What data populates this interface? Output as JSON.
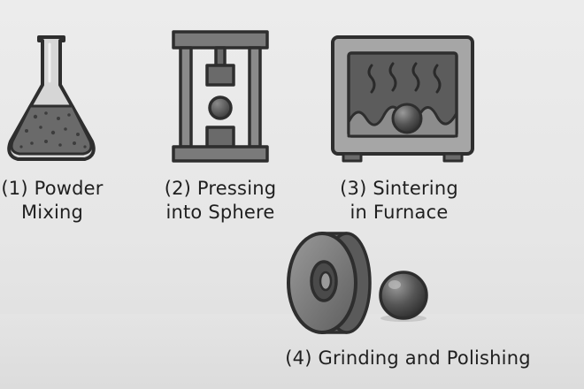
{
  "steps": [
    {
      "line1": "(1) Powder",
      "line2": "Mixing",
      "icon": "flask-icon"
    },
    {
      "line1": "(2) Pressing",
      "line2": "into Sphere",
      "icon": "press-icon"
    },
    {
      "line1": "(3) Sintering",
      "line2": "in Furnace",
      "icon": "furnace-icon"
    },
    {
      "line1": "(4) Grinding and Polishing",
      "line2": "",
      "icon": "grinding-wheel-icon"
    }
  ],
  "colors": {
    "background": "#e8e8e8",
    "outline": "#2e2e2e",
    "metal_dark": "#5a5a5a",
    "metal_mid": "#7a7a7a",
    "metal_light": "#a8a8a8",
    "glass": "#d4d4d4"
  }
}
